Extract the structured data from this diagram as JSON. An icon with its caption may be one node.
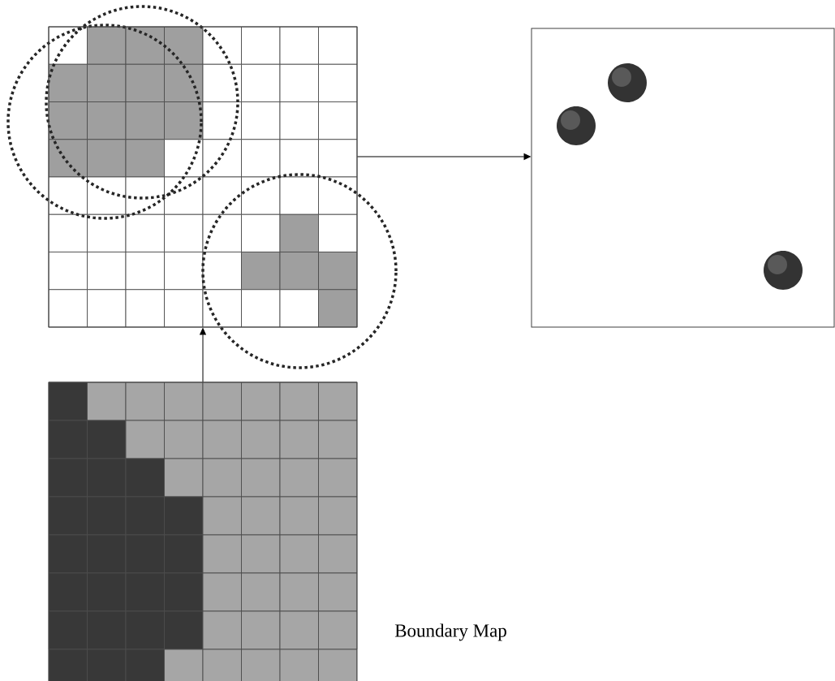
{
  "diagram": {
    "nodes": [
      {
        "text": [],
        "shape": "box",
        "beside": [
          "Boundary Map"
        ]
      },
      {
        "text": [],
        "shape": "box"
      },
      {
        "text": [],
        "shape": "box"
      }
    ],
    "edges": [
      {
        "from": 0,
        "to": 1,
        "arrow": "to"
      },
      {
        "from": 1,
        "to": 2,
        "arrow": "to"
      }
    ]
  }
}
